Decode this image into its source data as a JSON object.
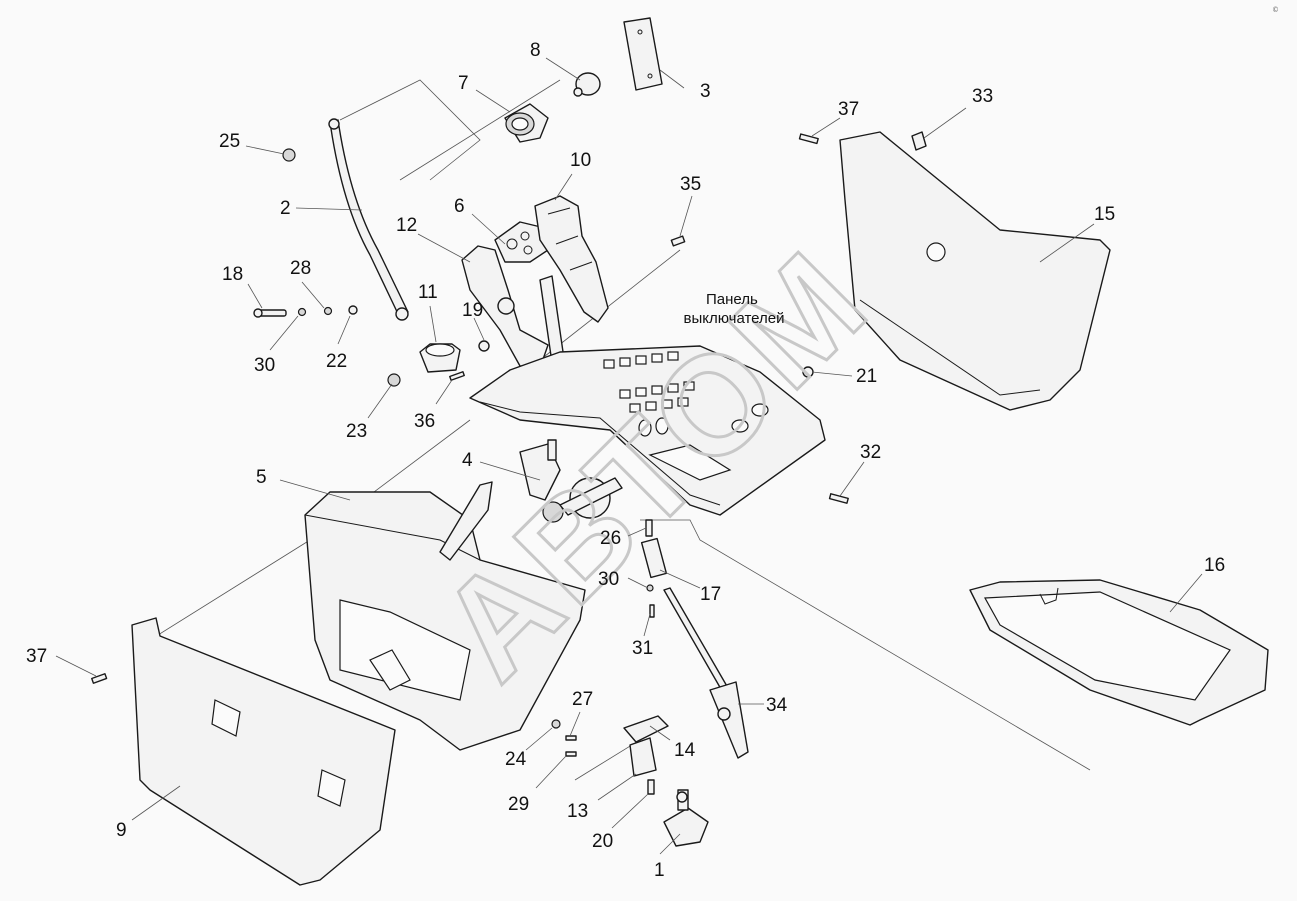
{
  "note": "Панель\nвыключателей",
  "watermark": "АВТОМ",
  "corner_mark": "©",
  "labels": [
    "1",
    "2",
    "3",
    "4",
    "5",
    "6",
    "7",
    "8",
    "9",
    "10",
    "11",
    "12",
    "13",
    "14",
    "15",
    "16",
    "17",
    "18",
    "19",
    "20",
    "21",
    "22",
    "23",
    "24",
    "25",
    "26",
    "27",
    "28",
    "29",
    "30",
    "30",
    "31",
    "32",
    "33",
    "34",
    "35",
    "36",
    "37",
    "37"
  ]
}
